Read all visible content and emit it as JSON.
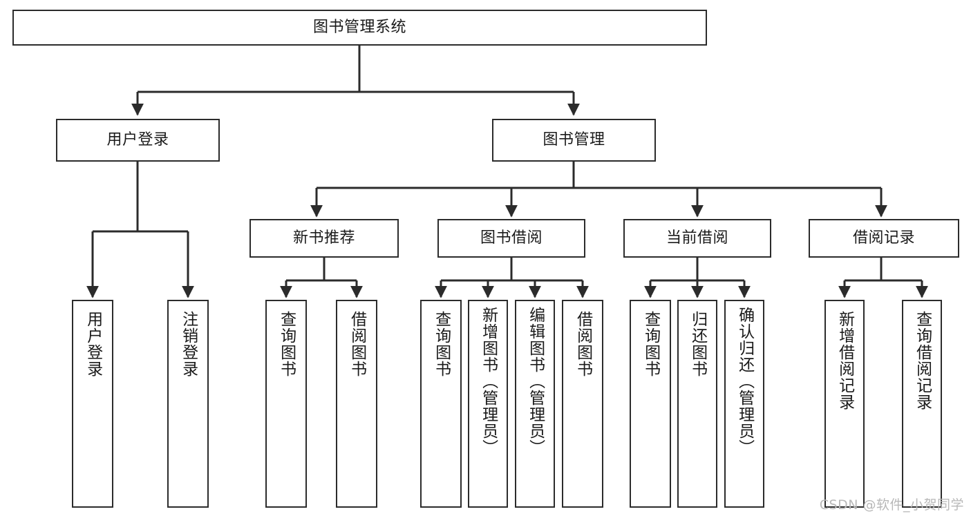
{
  "diagram": {
    "title": "图书管理系统",
    "type": "tree-hierarchy",
    "watermark": "CSDN @软件_小贺同学",
    "colors": {
      "stroke": "#2b2b2b",
      "fill": "#ffffff",
      "text": "#1a1a1a",
      "watermark": "#b8b8b8"
    },
    "root": {
      "label": "图书管理系统"
    },
    "level2": [
      {
        "label": "用户登录"
      },
      {
        "label": "图书管理"
      }
    ],
    "level3": [
      {
        "label": "新书推荐"
      },
      {
        "label": "图书借阅"
      },
      {
        "label": "当前借阅"
      },
      {
        "label": "借阅记录"
      }
    ],
    "leaves": {
      "user_login": [
        {
          "label": "用户登录"
        },
        {
          "label": "注销登录"
        }
      ],
      "new_book_recommend": [
        {
          "label": "查询图书"
        },
        {
          "label": "借阅图书"
        }
      ],
      "book_borrow": [
        {
          "label": "查询图书"
        },
        {
          "label": "新增图书（管理员）"
        },
        {
          "label": "编辑图书（管理员）"
        },
        {
          "label": "借阅图书"
        }
      ],
      "current_borrow": [
        {
          "label": "查询图书"
        },
        {
          "label": "归还图书"
        },
        {
          "label": "确认归还（管理员）"
        }
      ],
      "borrow_record": [
        {
          "label": "新增借阅记录"
        },
        {
          "label": "查询借阅记录"
        }
      ]
    }
  }
}
